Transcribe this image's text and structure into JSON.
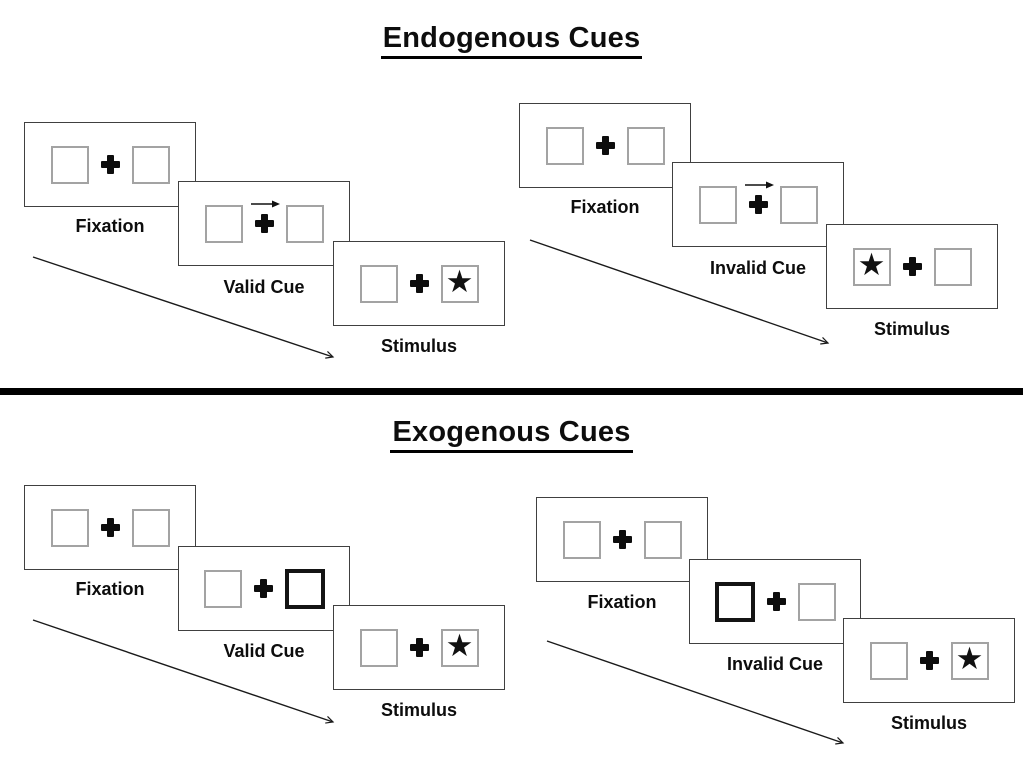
{
  "sections": [
    {
      "title": "Endogenous Cues",
      "groups": [
        {
          "name": "valid-trial",
          "panels": [
            {
              "label": "Fixation"
            },
            {
              "label": "Valid Cue"
            },
            {
              "label": "Stimulus"
            }
          ]
        },
        {
          "name": "invalid-trial",
          "panels": [
            {
              "label": "Fixation"
            },
            {
              "label": "Invalid Cue"
            },
            {
              "label": "Stimulus"
            }
          ]
        }
      ]
    },
    {
      "title": "Exogenous Cues",
      "groups": [
        {
          "name": "valid-trial",
          "panels": [
            {
              "label": "Fixation"
            },
            {
              "label": "Valid Cue"
            },
            {
              "label": "Stimulus"
            }
          ]
        },
        {
          "name": "invalid-trial",
          "panels": [
            {
              "label": "Fixation"
            },
            {
              "label": "Invalid Cue"
            },
            {
              "label": "Stimulus"
            }
          ]
        }
      ]
    }
  ],
  "icons": {
    "star": "★"
  },
  "colors": {
    "divider": "#000000",
    "panel_border": "#404040",
    "box_border": "#a3a3a3",
    "cue_box_border": "#141414",
    "arrow": "#1a1a1a",
    "text": "#0d0d0d"
  }
}
